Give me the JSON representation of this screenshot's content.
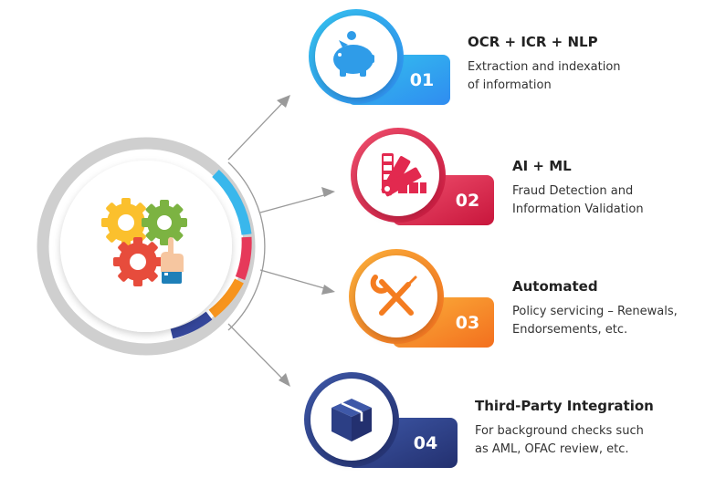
{
  "steps": [
    {
      "number": "01",
      "title": "OCR + ICR + NLP",
      "desc": [
        "Extraction and indexation",
        "of information"
      ],
      "icon": "piggy-bank-icon",
      "color_from": "#34c2ee",
      "color_to": "#2f8cf0"
    },
    {
      "number": "02",
      "title": "AI + ML",
      "desc": [
        "Fraud Detection and",
        "Information Validation"
      ],
      "icon": "color-palette-icon",
      "color_from": "#f0506e",
      "color_to": "#c8163c"
    },
    {
      "number": "03",
      "title": "Automated",
      "desc": [
        "Policy servicing – Renewals,",
        "Endorsements, etc."
      ],
      "icon": "wrench-screwdriver-icon",
      "color_from": "#fbb03b",
      "color_to": "#f36f1e"
    },
    {
      "number": "04",
      "title": "Third-Party Integration",
      "desc": [
        "For background checks such",
        "as AML, OFAC review, etc."
      ],
      "icon": "box-icon",
      "color_from": "#3e58a8",
      "color_to": "#23306f"
    }
  ],
  "hub": {
    "icon": "gears-hand-icon"
  },
  "colors": {
    "ring_gray": "#cdcdcd",
    "arrow_gray": "#9a9a9a"
  }
}
